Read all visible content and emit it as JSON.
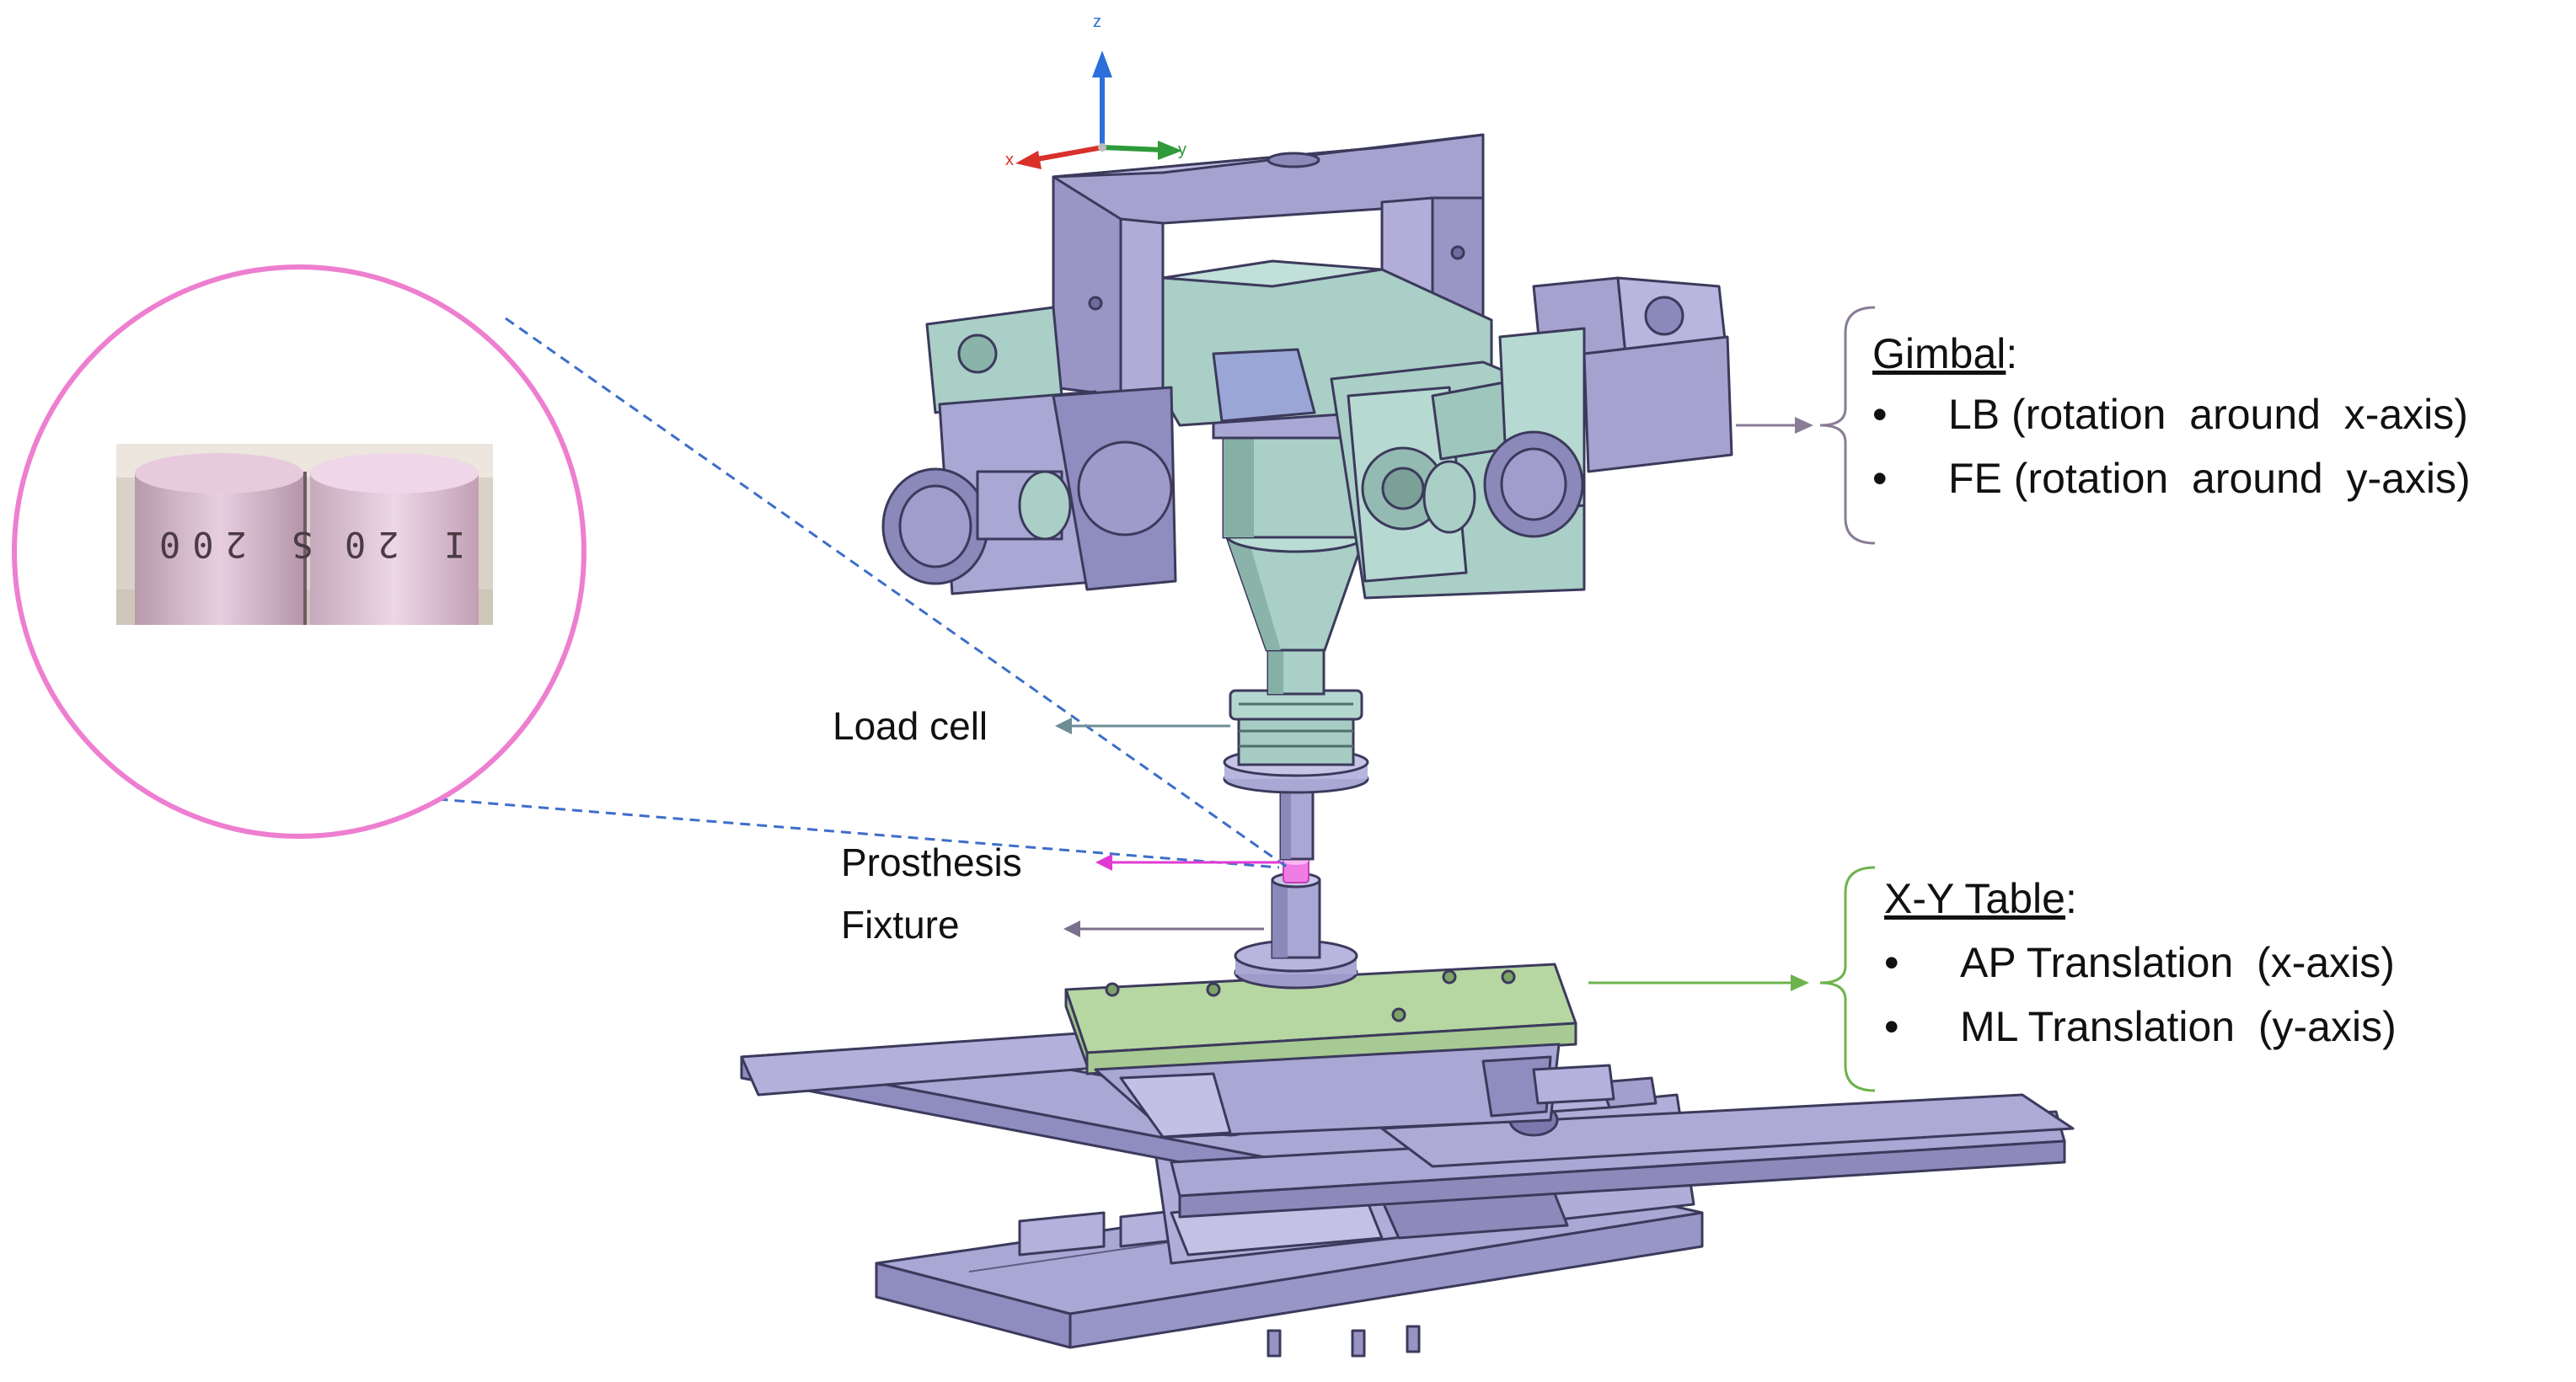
{
  "axes_triad": {
    "z_label": "z",
    "x_label": "x",
    "y_label": "y",
    "z_color": "#2a6fdb",
    "x_color": "#d9302b",
    "y_color": "#2f9a3a"
  },
  "inset_photo": {
    "circle_color": "#ee7ed0",
    "left_specimen_text": "S 200",
    "right_specimen_text": "I 20"
  },
  "labels": {
    "load_cell": "Load cell",
    "prosthesis": "Prosthesis",
    "fixture": "Fixture"
  },
  "gimbal_callout": {
    "title": "Gimbal",
    "colon": ":",
    "bullet_symbol": "•",
    "items": [
      "LB (rotation  around  x-axis)",
      "FE (rotation  around  y-axis)"
    ]
  },
  "xy_table_callout": {
    "title": "X-Y Table",
    "colon": ":",
    "bullet_symbol": "•",
    "items": [
      "AP Translation  (x-axis)",
      "ML Translation  (y-axis)"
    ]
  },
  "colors": {
    "frame_purple": "#a6a2cf",
    "frame_edge": "#3c3a5c",
    "teal_part": "#a9cfc6",
    "table_green": "#b6d6a2",
    "rail_purple": "#a9a7d3",
    "prosthesis_arrow": "#e13ad3",
    "load_cell_arrow": "#6c8c96",
    "fixture_arrow": "#7a6f8c",
    "gimbal_arrow": "#8a7c96",
    "table_arrow": "#6db34d",
    "dashed_line": "#3d6ec9"
  }
}
